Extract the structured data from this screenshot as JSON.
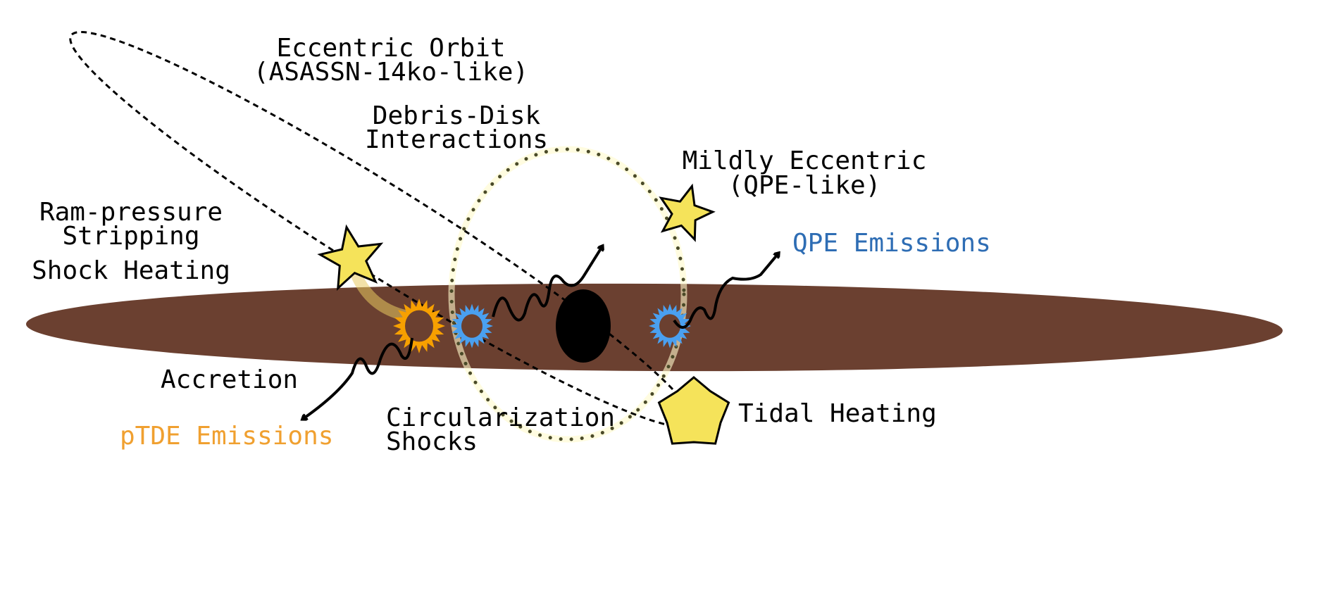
{
  "labels": {
    "eccentric_orbit": "Eccentric Orbit",
    "eccentric_orbit_sub": "(ASASSN-14ko-like)",
    "debris_disk": "Debris-Disk",
    "debris_disk_sub": "Interactions",
    "mildly_eccentric": "Mildly Eccentric",
    "mildly_eccentric_sub": "(QPE-like)",
    "ram_pressure": "Ram-pressure",
    "stripping": "Stripping",
    "shock_heating": "Shock Heating",
    "qpe_emissions": "QPE Emissions",
    "accretion": "Accretion",
    "ptde_emissions": "pTDE Emissions",
    "circularization": "Circularization",
    "shocks": "Shocks",
    "tidal_heating": "Tidal Heating"
  },
  "colors": {
    "disk": "#6b4030",
    "star": "#f5e35a",
    "qpe": "#2e6db4",
    "ptde": "#f0a030",
    "orange_flare": "#f7a000",
    "blue_flare": "#4aa0f0",
    "black_hole": "#000000"
  }
}
